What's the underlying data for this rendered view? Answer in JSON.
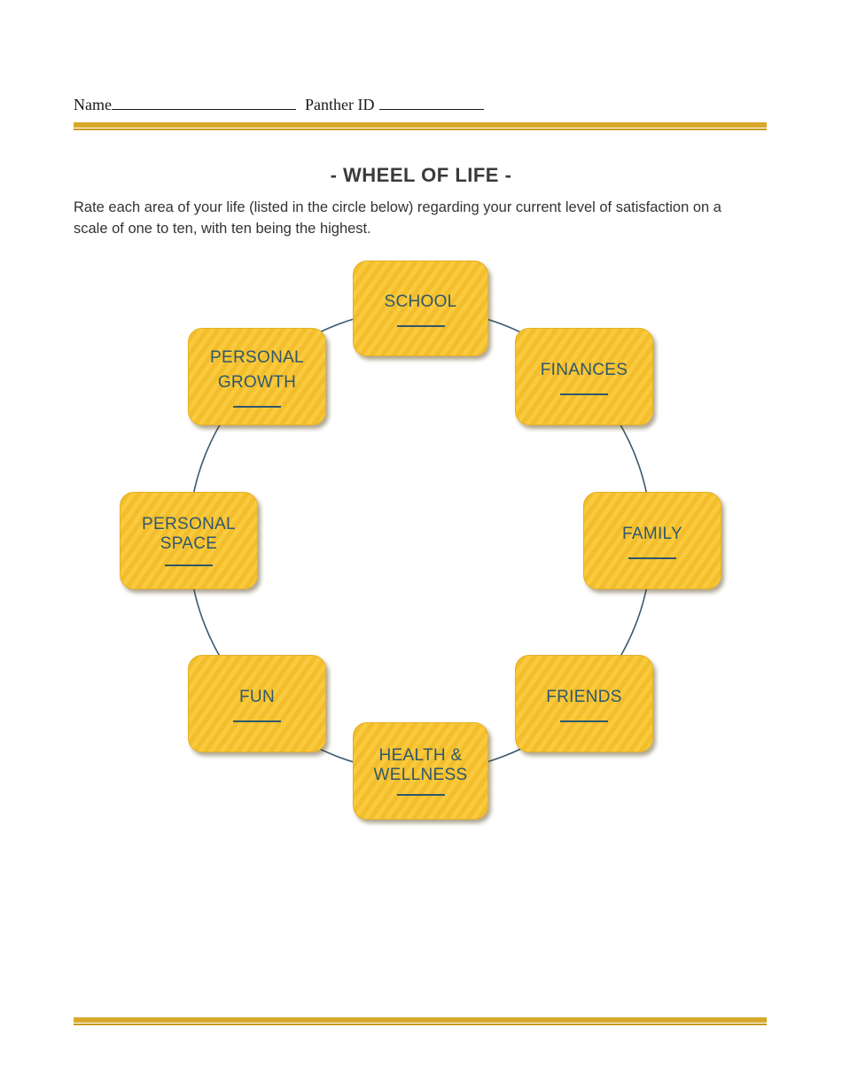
{
  "header": {
    "name_label": "Name",
    "panther_id_label": "Panther ID"
  },
  "title": "- WHEEL OF LIFE -",
  "instructions": "Rate each area of your life (listed in the circle below) regarding your current level of satisfaction on a scale of one to ten, with ten being the highest.",
  "wheel": {
    "items": [
      {
        "label": "SCHOOL"
      },
      {
        "label": "PERSONAL GROWTH"
      },
      {
        "label": "FINANCES"
      },
      {
        "label": "PERSONAL SPACE"
      },
      {
        "label": "FAMILY"
      },
      {
        "label": "FUN"
      },
      {
        "label": "FRIENDS"
      },
      {
        "label": "HEALTH & WELLNESS"
      }
    ]
  },
  "colors": {
    "box_fill": "#f6c331",
    "box_text": "#2f586c",
    "circle_stroke": "#3a5a70",
    "gold_rule": "#d8a92a"
  }
}
